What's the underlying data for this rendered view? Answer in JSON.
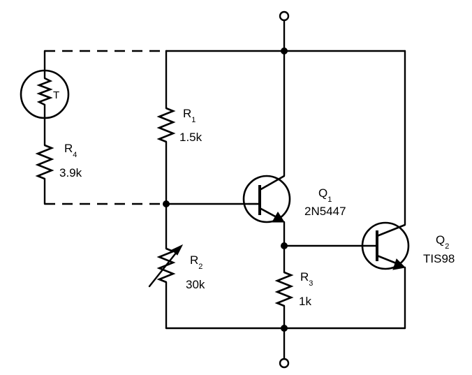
{
  "components": {
    "thermistor": {
      "symbol": "T"
    },
    "r1": {
      "ref": "R",
      "sub": "1",
      "value": "1.5k"
    },
    "r2": {
      "ref": "R",
      "sub": "2",
      "value": "30k"
    },
    "r3": {
      "ref": "R",
      "sub": "3",
      "value": "1k"
    },
    "r4": {
      "ref": "R",
      "sub": "4",
      "value": "3.9k"
    },
    "q1": {
      "ref": "Q",
      "sub": "1",
      "part": "2N5447"
    },
    "q2": {
      "ref": "Q",
      "sub": "2",
      "part": "TIS98"
    }
  }
}
